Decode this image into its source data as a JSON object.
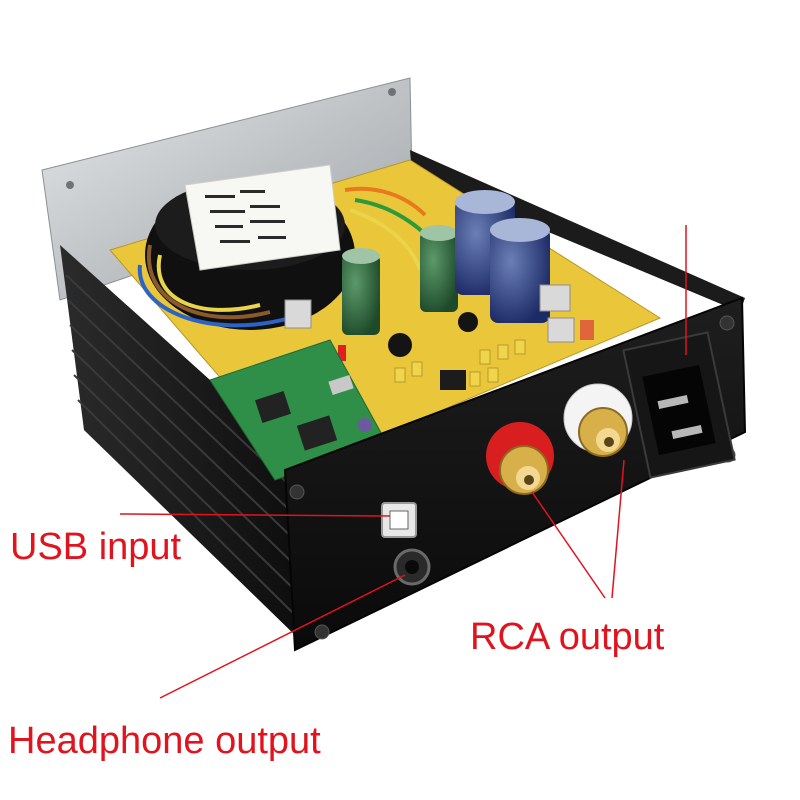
{
  "labels": {
    "usb_input": "USB input",
    "rca_output": "RCA output",
    "headphone_output": "Headphone output"
  },
  "colors": {
    "annotation": "#e0141e",
    "chassis": "#151515",
    "back_plate": "#c9cccf",
    "pcb": "#e9c63a",
    "daughter_board": "#2f8f48",
    "rca_left_ring": "#d81e1e",
    "rca_right_ring": "#f4f4f4",
    "gold_connector": "#d8b04a"
  },
  "icons": [
    "usb-b-port-icon",
    "headphone-jack-icon",
    "rca-jack-icon",
    "iec-power-socket-icon"
  ]
}
